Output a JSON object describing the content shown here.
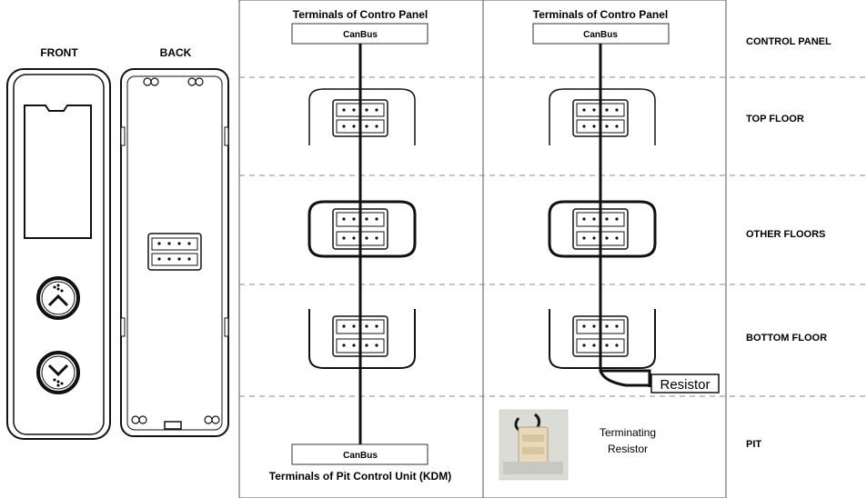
{
  "device": {
    "front_label": "FRONT",
    "back_label": "BACK"
  },
  "columns": {
    "left_header": "Terminals of Contro Panel",
    "right_header": "Terminals of Contro Panel",
    "canbus_top_left": "CanBus",
    "canbus_top_right": "CanBus",
    "canbus_bottom_left": "CanBus",
    "pit_unit_label": "Terminals of Pit Control Unit (KDM)",
    "resistor_label": "Resistor",
    "terminating_resistor": "Terminating\nResistor"
  },
  "rows": [
    "CONTROL PANEL",
    "TOP FLOOR",
    "OTHER FLOORS",
    "BOTTOM FLOOR",
    "PIT"
  ]
}
